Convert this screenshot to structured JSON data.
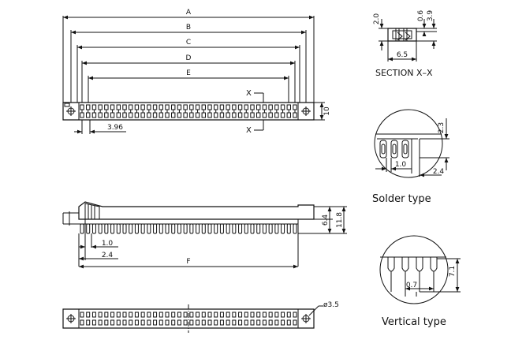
{
  "dimensions": {
    "A": "A",
    "B": "B",
    "C": "C",
    "D": "D",
    "E": "E",
    "F": "F",
    "pitch": "3.96",
    "height_front": "10",
    "section_top_left": "2.0",
    "section_top_mid": "0.6",
    "section_top_right": "3.9",
    "section_width": "6.5",
    "solder_pin_len": "2.3",
    "solder_pin_w": "1.0",
    "solder_offset": "2.4",
    "side_pin_w": "1.0",
    "side_offset": "2.4",
    "side_h1": "6.4",
    "side_h2": "11.8",
    "hole_dia": "ø3.5",
    "vertical_len": "7.1",
    "vertical_w": "0.7"
  },
  "labels": {
    "section_mark_top": "X",
    "section_mark_bottom": "X",
    "section_title": "SECTION X–X",
    "solder_type": "Solder type",
    "vertical_type": "Vertical type"
  },
  "pin_count": 36
}
